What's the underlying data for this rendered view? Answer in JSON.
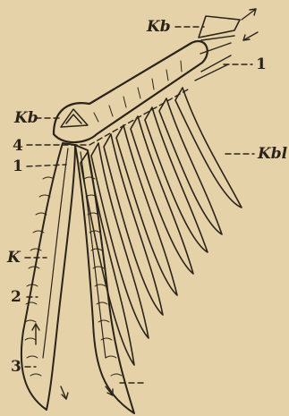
{
  "labels": {
    "kb_top": "Kb",
    "one_top": "1",
    "kb_left": "Kb",
    "four": "4",
    "one_left": "1",
    "kbl": "Kbl",
    "k": "K",
    "two": "2",
    "three": "3"
  },
  "colors": {
    "paper": "#e6d2a9",
    "ink": "#2b2418",
    "stipple": "#3a3022"
  }
}
